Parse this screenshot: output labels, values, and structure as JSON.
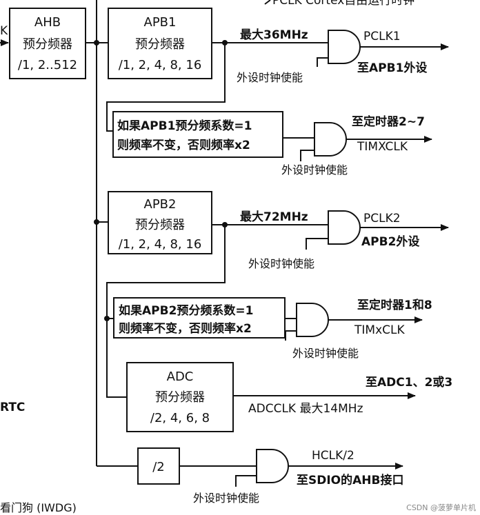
{
  "top_cut_text": "PCLK Cortex自由运行时钟",
  "ahb": {
    "title": "AHB",
    "line2": "预分频器",
    "line3": "/1, 2..512"
  },
  "left_cut_k": "K",
  "apb1": {
    "title": "APB1",
    "line2": "预分频器",
    "line3": "/1, 2, 4, 8, 16",
    "max": "最大36MHz",
    "out": "PCLK1",
    "dest": "至APB1外设",
    "enable": "外设时钟使能"
  },
  "apb1_timer": {
    "line1": "如果APB1预分频系数=1",
    "line2": "则频率不变，否则频率x2",
    "dest": "至定时器2~7",
    "out": "TIMXCLK",
    "enable": "外设时钟使能"
  },
  "apb2": {
    "title": "APB2",
    "line2": "预分频器",
    "line3": "/1, 2, 4, 8, 16",
    "max": "最大72MHz",
    "out": "PCLK2",
    "dest": "APB2外设",
    "enable": "外设时钟使能"
  },
  "apb2_timer": {
    "line1": "如果APB2预分频系数=1",
    "line2": "则频率不变，否则频率x2",
    "dest": "至定时器1和8",
    "out": "TIMxCLK",
    "enable": "外设时钟使能"
  },
  "adc": {
    "title": "ADC",
    "line2": "预分频器",
    "line3": "/2, 4, 6, 8",
    "dest": "至ADC1、2或3",
    "out": "ADCCLK  最大14MHz"
  },
  "rtc_label": "RTC",
  "div2": {
    "label": "/2",
    "out": "HCLK/2",
    "dest": "至SDIO的AHB接口",
    "enable": "外设时钟使能"
  },
  "iwdg_cut": "看门狗  (IWDG)",
  "watermark": "CSDN @菠萝单片机"
}
